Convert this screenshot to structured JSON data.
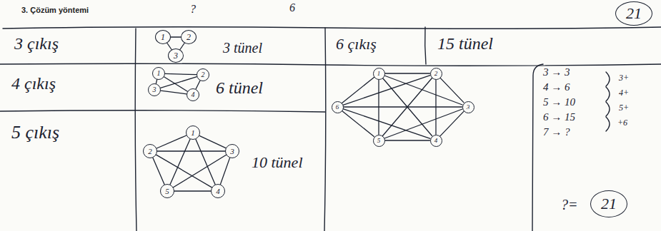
{
  "diagram": {
    "title": "3. Çözüm yöntemi",
    "nodes": [
      {
        "text": [
          "21"
        ]
      },
      {
        "text": [
          "1"
        ]
      },
      {
        "text": [
          "2"
        ]
      },
      {
        "text": [
          "3"
        ]
      },
      {
        "text": [
          "1"
        ]
      },
      {
        "text": [
          "2"
        ]
      },
      {
        "text": [
          "3"
        ]
      },
      {
        "text": [
          "4"
        ]
      },
      {
        "text": [
          "1"
        ]
      },
      {
        "text": [
          "2"
        ]
      },
      {
        "text": [
          "3"
        ]
      },
      {
        "text": [
          "4"
        ]
      },
      {
        "text": [
          "5"
        ]
      },
      {
        "text": [
          "6"
        ]
      },
      {
        "text": [
          "1"
        ]
      },
      {
        "text": [
          "2"
        ]
      },
      {
        "text": [
          "3"
        ]
      },
      {
        "text": [
          "4"
        ]
      },
      {
        "text": [
          "5"
        ]
      },
      {
        "text": [
          "21"
        ]
      }
    ],
    "edges": [
      {
        "from": 1,
        "to": 2,
        "arrow": "none"
      },
      {
        "from": 1,
        "to": 3,
        "arrow": "none"
      },
      {
        "from": 2,
        "to": 3,
        "arrow": "none"
      },
      {
        "from": 4,
        "to": 5,
        "arrow": "none"
      },
      {
        "from": 4,
        "to": 6,
        "arrow": "none"
      },
      {
        "from": 4,
        "to": 7,
        "arrow": "none"
      },
      {
        "from": 5,
        "to": 6,
        "arrow": "none"
      },
      {
        "from": 5,
        "to": 7,
        "arrow": "none"
      },
      {
        "from": 6,
        "to": 7,
        "arrow": "none"
      },
      {
        "from": 8,
        "to": 9,
        "arrow": "none"
      },
      {
        "from": 8,
        "to": 10,
        "arrow": "none"
      },
      {
        "from": 8,
        "to": 11,
        "arrow": "none"
      },
      {
        "from": 8,
        "to": 12,
        "arrow": "none"
      },
      {
        "from": 8,
        "to": 13,
        "arrow": "none"
      },
      {
        "from": 9,
        "to": 10,
        "arrow": "none"
      },
      {
        "from": 9,
        "to": 11,
        "arrow": "none"
      },
      {
        "from": 9,
        "to": 12,
        "arrow": "none"
      },
      {
        "from": 9,
        "to": 13,
        "arrow": "none"
      },
      {
        "from": 10,
        "to": 11,
        "arrow": "none"
      },
      {
        "from": 10,
        "to": 12,
        "arrow": "none"
      },
      {
        "from": 10,
        "to": 13,
        "arrow": "none"
      },
      {
        "from": 11,
        "to": 12,
        "arrow": "none"
      },
      {
        "from": 11,
        "to": 13,
        "arrow": "none"
      },
      {
        "from": 12,
        "to": 13,
        "arrow": "none"
      },
      {
        "from": 14,
        "to": 15,
        "arrow": "none"
      },
      {
        "from": 14,
        "to": 16,
        "arrow": "none"
      },
      {
        "from": 14,
        "to": 17,
        "arrow": "none"
      },
      {
        "from": 14,
        "to": 18,
        "arrow": "none"
      },
      {
        "from": 15,
        "to": 16,
        "arrow": "none"
      },
      {
        "from": 15,
        "to": 17,
        "arrow": "none"
      },
      {
        "from": 15,
        "to": 18,
        "arrow": "none"
      },
      {
        "from": 16,
        "to": 17,
        "arrow": "none"
      },
      {
        "from": 16,
        "to": 18,
        "arrow": "none"
      },
      {
        "from": 17,
        "to": 18,
        "arrow": "none"
      }
    ],
    "labels": [
      "?",
      "6",
      "3 çıkış",
      "3 tünel",
      "6 çıkış",
      "15 tünel",
      "4 çıkış",
      "6 tünel",
      "5 çıkış",
      "10 tünel",
      "3 → 3",
      "4 → 6",
      "5 → 10",
      "6 → 15",
      "7 → ?",
      "3+",
      "4+",
      "5+",
      "+6",
      "?="
    ]
  }
}
